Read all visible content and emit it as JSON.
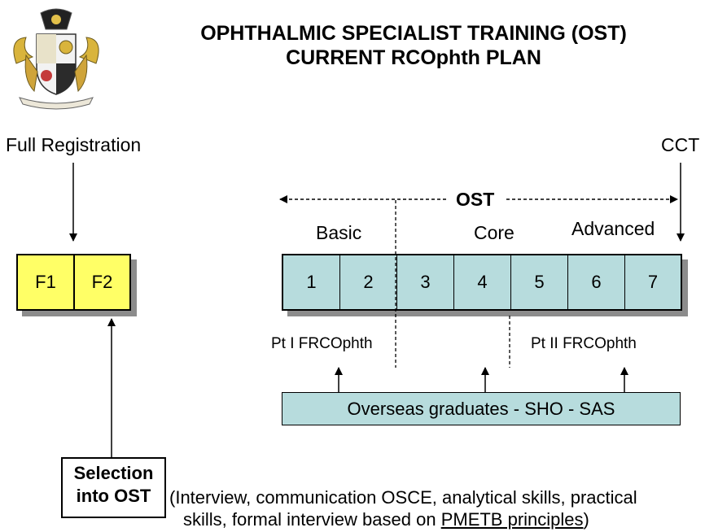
{
  "header": {
    "title_line1": "OPHTHALMIC SPECIALIST TRAINING (OST)",
    "title_line2": "CURRENT RCOphth PLAN"
  },
  "logo": {
    "icon": "coat-of-arms-icon"
  },
  "foundation": {
    "full_registration_label": "Full Registration",
    "boxes": [
      "F1",
      "F2"
    ],
    "selection_line1": "Selection",
    "selection_line2": "into OST",
    "selection_note_line1": "(Interview, communication OSCE, analytical skills, practical",
    "selection_note_line2_prefix": "skills, formal interview based on ",
    "selection_note_link": "PMETB principles",
    "selection_note_line2_suffix": ")"
  },
  "ost": {
    "cct_label": "CCT",
    "ost_label": "OST",
    "stages": {
      "basic": "Basic",
      "core": "Core",
      "advanced": "Advanced"
    },
    "years": [
      "1",
      "2",
      "3",
      "4",
      "5",
      "6",
      "7"
    ],
    "exam_part1": "Pt I FRCOphth",
    "exam_part2": "Pt II FRCOphth",
    "overseas_label": "Overseas graduates - SHO - SAS"
  },
  "colors": {
    "foundation_fill": "#ffff66",
    "ost_fill": "#b7dcdd",
    "shadow": "#8c8c8c"
  }
}
